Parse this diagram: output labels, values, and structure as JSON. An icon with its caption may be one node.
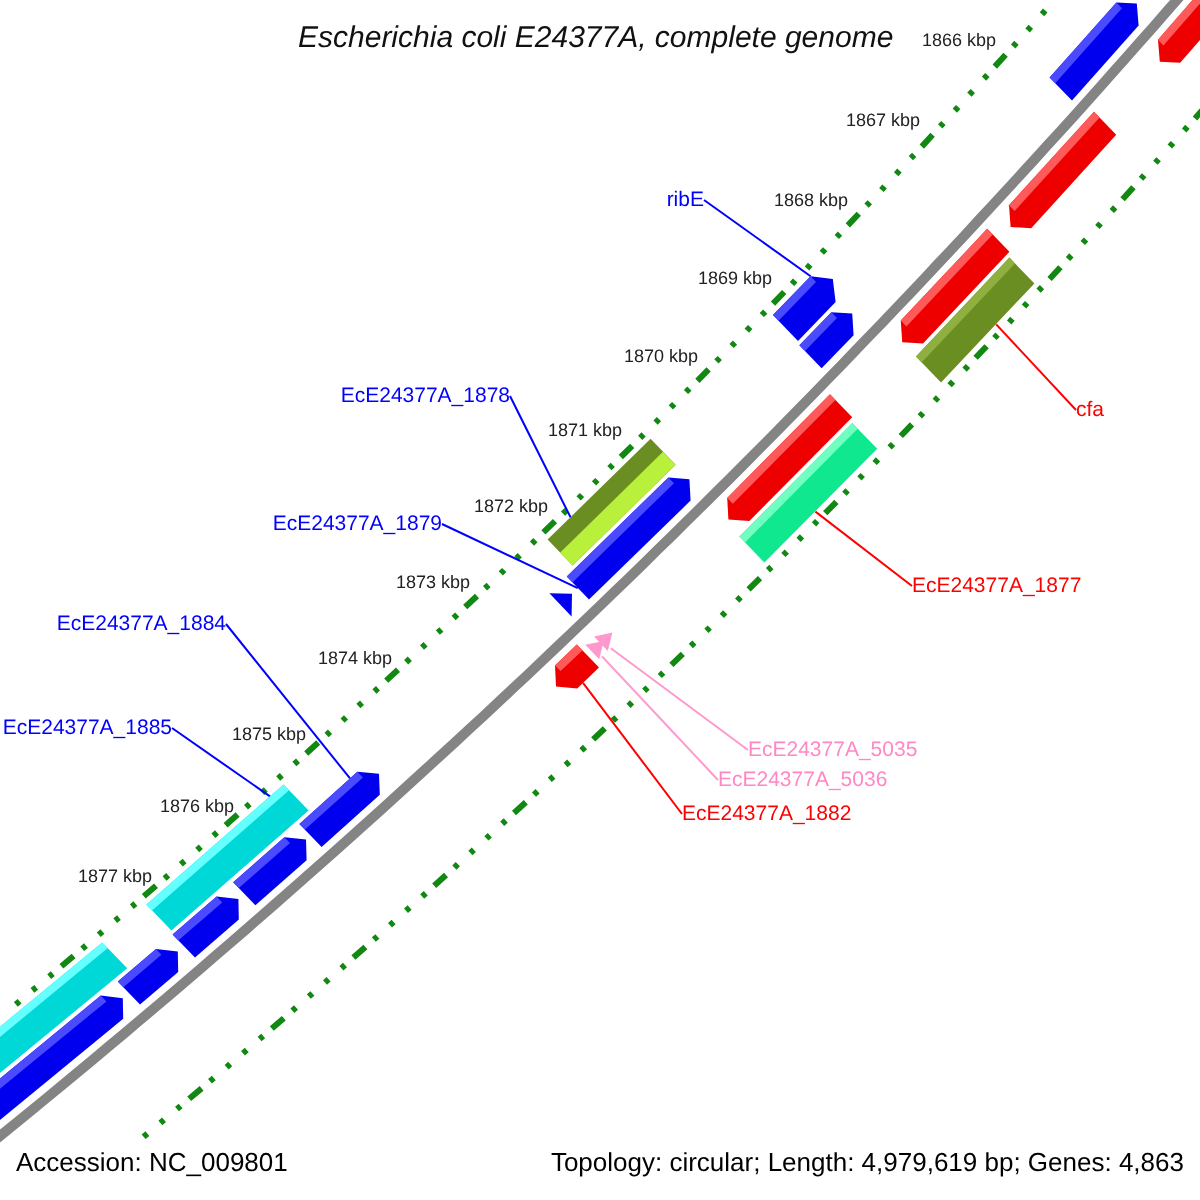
{
  "diagram": {
    "title": "Escherichia coli E24377A, complete genome",
    "nodes": [
      {
        "text": [
          "ribE"
        ]
      },
      {
        "text": [],
        "shape": "box"
      },
      {
        "text": [
          "cfa"
        ]
      },
      {
        "text": [],
        "shape": "bar"
      },
      {
        "text": [
          "EcE24377A_1878"
        ]
      },
      {
        "text": [],
        "shape": "bar"
      },
      {
        "text": [
          "EcE24377A_1879"
        ]
      },
      {
        "text": [],
        "shape": "box"
      },
      {
        "text": [
          "EcE24377A_1877"
        ]
      },
      {
        "text": [],
        "shape": "bar"
      },
      {
        "text": [
          "EcE24377A_1884"
        ]
      },
      {
        "text": [],
        "shape": "box"
      },
      {
        "text": [
          "EcE24377A_1885"
        ]
      },
      {
        "text": [],
        "shape": "bar"
      },
      {
        "text": [
          "EcE24377A_5035"
        ]
      },
      {
        "text": [],
        "shape": "triangle"
      },
      {
        "text": [
          "EcE24377A_5036"
        ]
      },
      {
        "text": [],
        "shape": "triangle"
      },
      {
        "text": [
          "EcE24377A_1882"
        ]
      },
      {
        "text": [],
        "shape": "box"
      }
    ],
    "edges": [
      {
        "from": 0,
        "to": 1,
        "arrow": "none"
      },
      {
        "from": 2,
        "to": 3,
        "arrow": "none",
        "color": "#ff0000"
      },
      {
        "from": 4,
        "to": 5,
        "arrow": "none"
      },
      {
        "from": 6,
        "to": 7,
        "arrow": "none"
      },
      {
        "from": 8,
        "to": 9,
        "arrow": "none",
        "color": "#ff0000"
      },
      {
        "from": 10,
        "to": 11,
        "arrow": "none"
      },
      {
        "from": 12,
        "to": 13,
        "arrow": "none"
      },
      {
        "from": 14,
        "to": 15,
        "arrow": "none",
        "color": "#ff99cc"
      },
      {
        "from": 16,
        "to": 17,
        "arrow": "none",
        "color": "#ff99cc"
      },
      {
        "from": 18,
        "to": 19,
        "arrow": "none",
        "color": "#ff0000"
      }
    ],
    "labels": [
      "1866 kbp",
      "1867 kbp",
      "1868 kbp",
      "1869 kbp",
      "1870 kbp",
      "1871 kbp",
      "1872 kbp",
      "1873 kbp",
      "1874 kbp",
      "1875 kbp",
      "1876 kbp",
      "1877 kbp",
      "Accession: NC_009801",
      "Topology: circular; Length: 4,979,619 bp; Genes: 4,863"
    ]
  }
}
